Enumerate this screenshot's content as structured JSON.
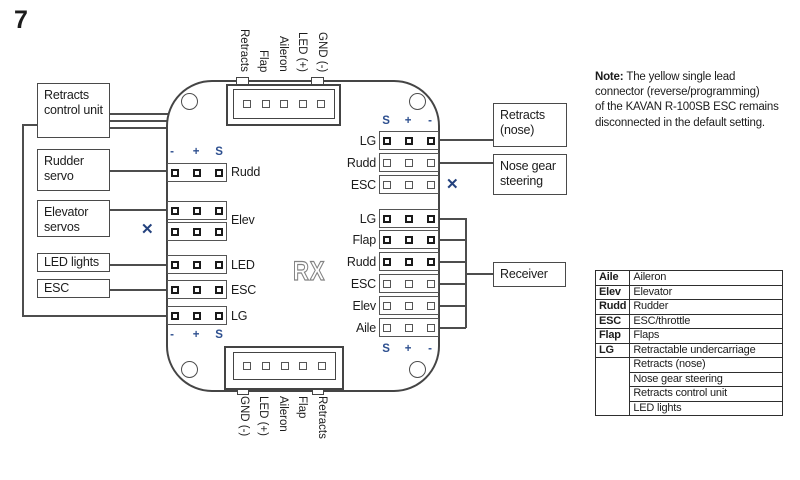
{
  "page_number": "7",
  "symbols": {
    "not_connected": "✕"
  },
  "board": {
    "rx_label": "RX",
    "top_edge_labels": [
      "Retracts",
      "Flap",
      "Aileron",
      "LED (+)",
      "GND (-)"
    ],
    "bottom_edge_labels": [
      "GND (-)",
      "LED (+)",
      "Aileron",
      "Flap",
      "Retracts"
    ],
    "left_polarity": [
      "-",
      "+",
      "S"
    ],
    "right_polarity": [
      "S",
      "+",
      "-"
    ],
    "left_ports": [
      "Rudd",
      "Elev",
      "LED",
      "ESC",
      "LG"
    ],
    "right_top_ports": [
      "LG",
      "Rudd",
      "ESC"
    ],
    "right_bottom_ports": [
      "LG",
      "Flap",
      "Rudd",
      "ESC",
      "Elev",
      "Aile"
    ]
  },
  "callouts": {
    "left": [
      "Retracts control unit",
      "Rudder servo",
      "Elevator servos",
      "LED lights",
      "ESC"
    ],
    "right": [
      "Retracts (nose)",
      "Nose gear steering",
      "Receiver"
    ]
  },
  "note": {
    "prefix": "Note:",
    "lines": [
      "The yellow single lead",
      "connector (reverse/programming)",
      "of the KAVAN R-100SB ESC remains",
      "disconnected in the default setting."
    ]
  },
  "legend": {
    "rows": [
      {
        "abbr": "Aile",
        "desc": "Aileron"
      },
      {
        "abbr": "Elev",
        "desc": "Elevator"
      },
      {
        "abbr": "Rudd",
        "desc": "Rudder"
      },
      {
        "abbr": "ESC",
        "desc": "ESC/throttle"
      },
      {
        "abbr": "Flap",
        "desc": "Flaps"
      },
      {
        "abbr": "LG",
        "desc": "Retractable undercarriage"
      },
      {
        "abbr": "",
        "desc": "Retracts (nose)"
      },
      {
        "abbr": "",
        "desc": "Nose gear steering"
      },
      {
        "abbr": "",
        "desc": "Retracts control unit"
      },
      {
        "abbr": "",
        "desc": "LED lights"
      }
    ]
  }
}
